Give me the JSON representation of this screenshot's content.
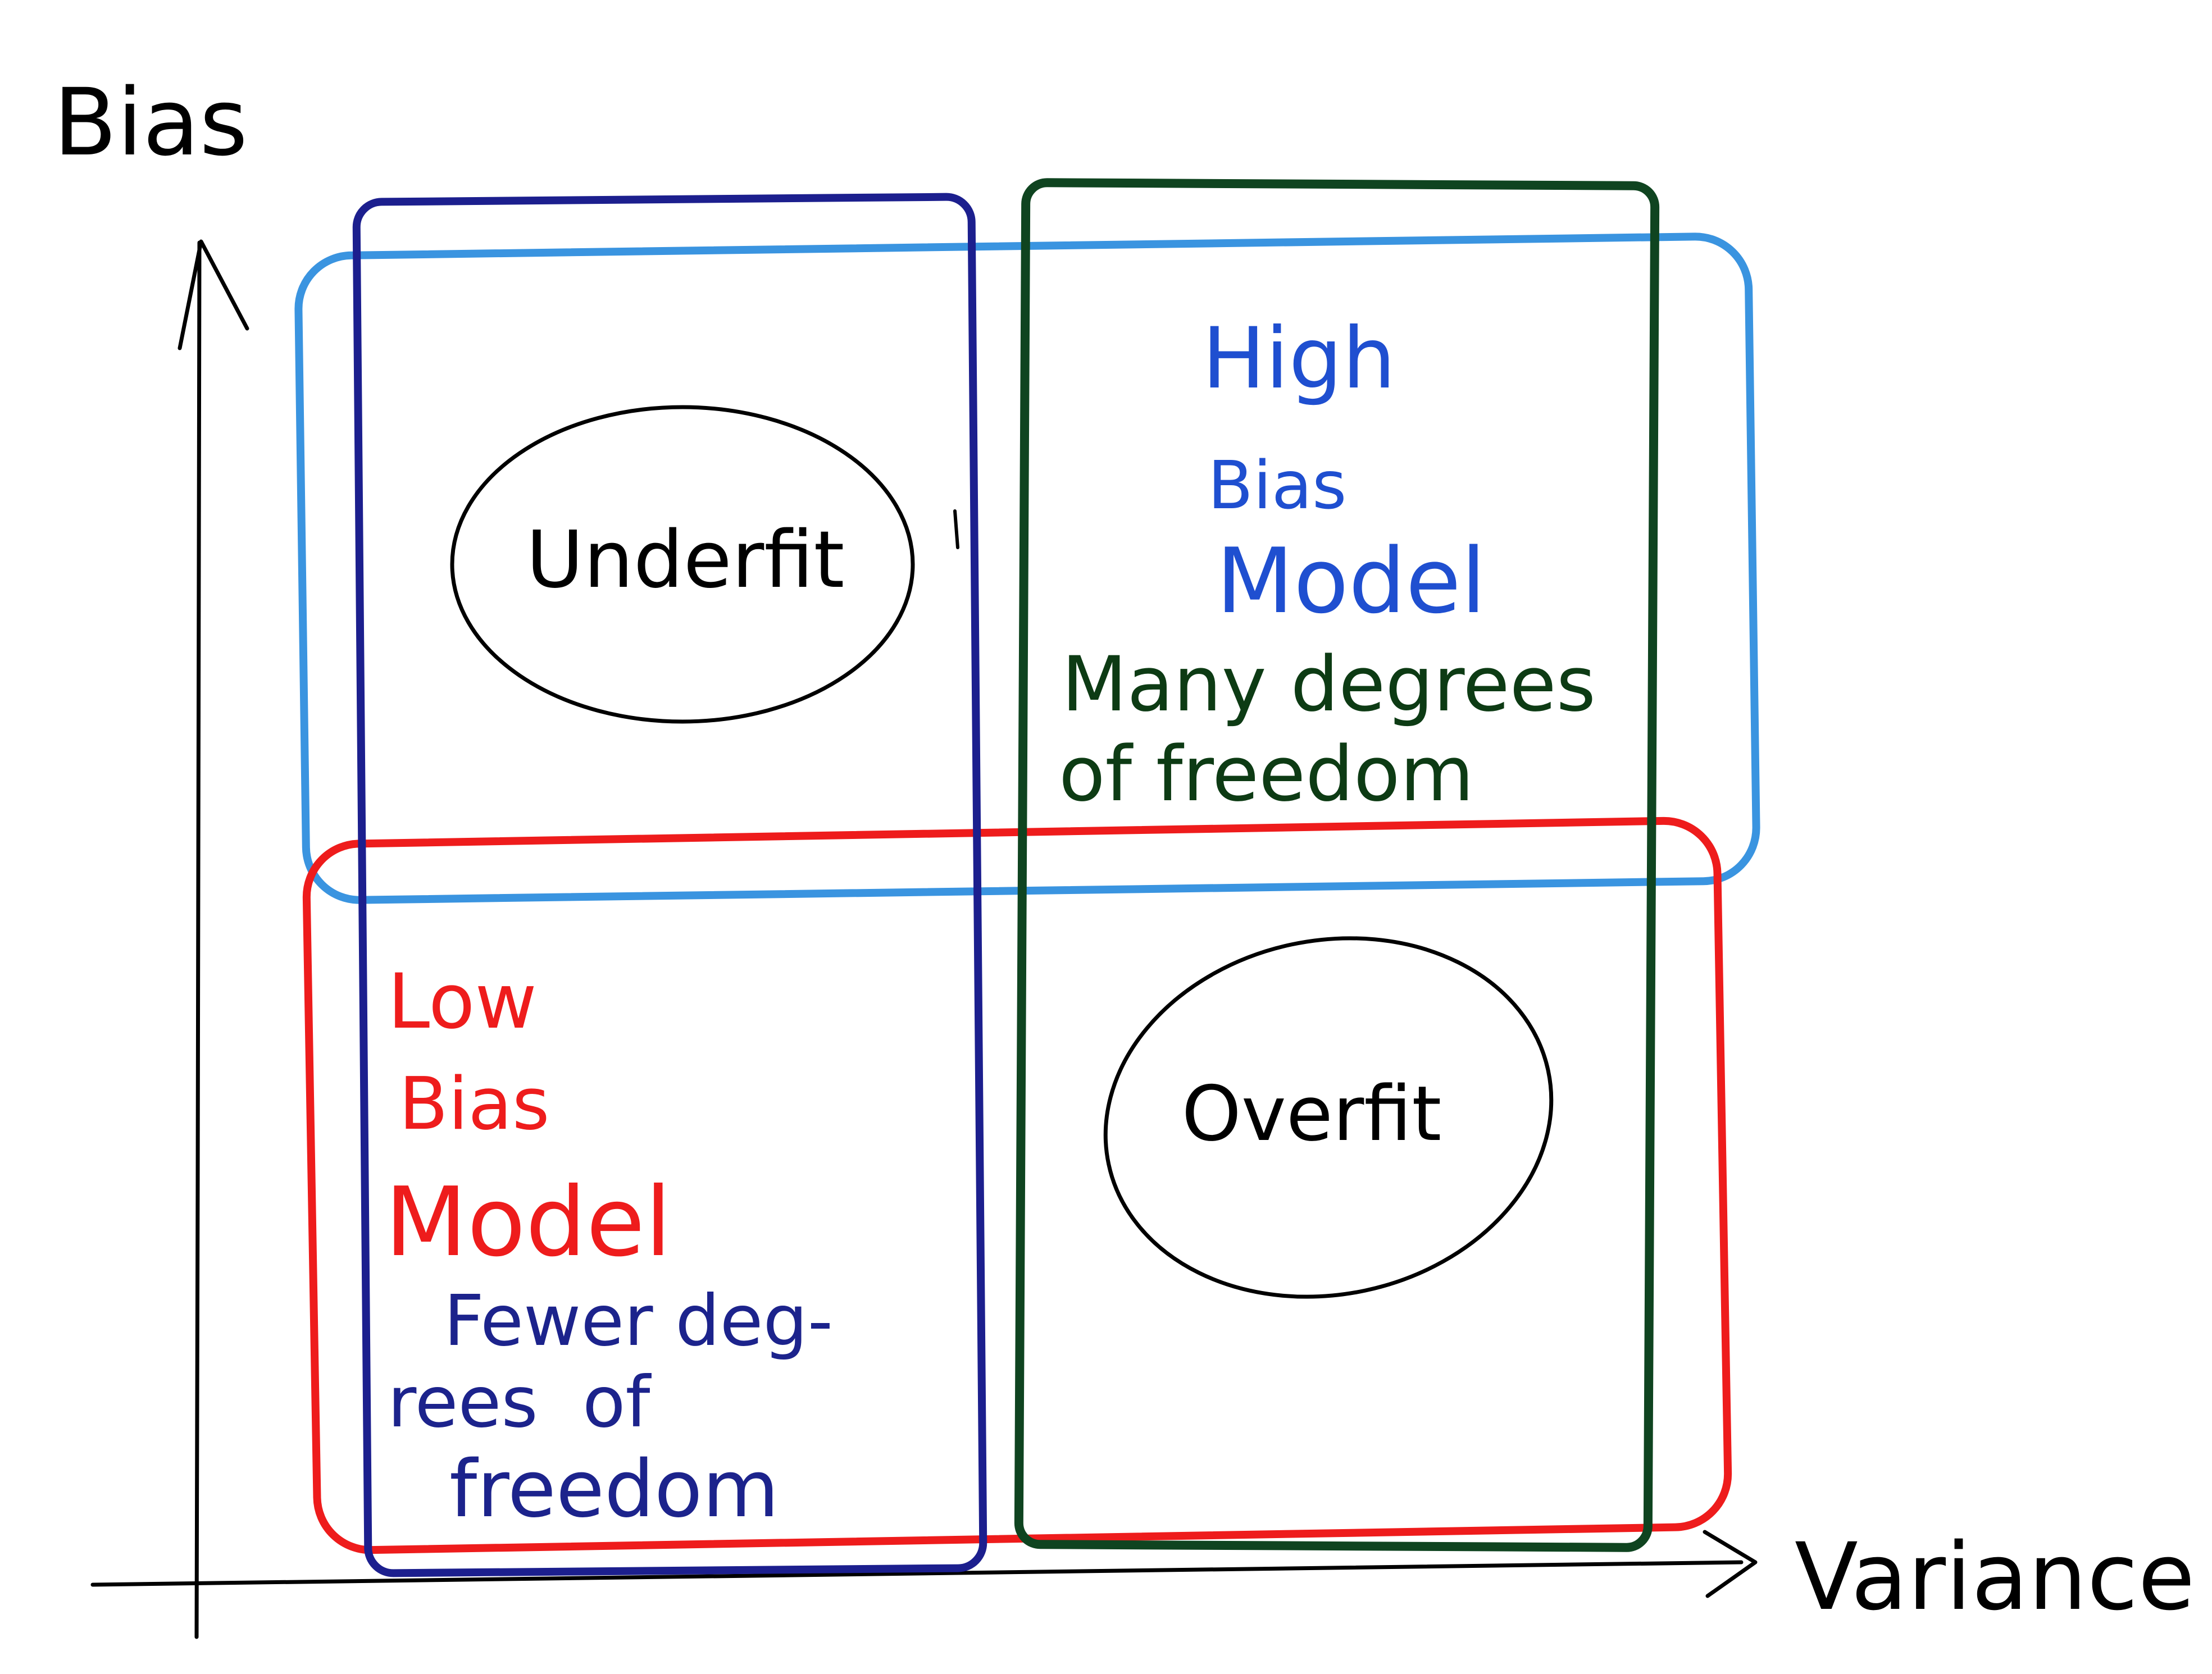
{
  "axes": {
    "y_label": "Bias",
    "x_label": "Variance"
  },
  "quadrants": {
    "top_left": {
      "label": "Underfit"
    },
    "bottom_right": {
      "label": "Overfit"
    }
  },
  "regions": {
    "high_bias": {
      "lines": [
        "High",
        "Bias",
        "Model"
      ],
      "color": "#1f4fd0"
    },
    "low_bias": {
      "lines": [
        "Low",
        "Bias",
        "Model"
      ],
      "color": "#ee1c1c"
    },
    "many_dof": {
      "lines": [
        "Many degrees",
        "of freedom"
      ],
      "color": "#0d3b14"
    },
    "fewer_dof": {
      "lines": [
        "Fewer deg-",
        "rees  of",
        "freedom"
      ],
      "color": "#1c238c"
    }
  },
  "colors": {
    "ink": "#000000",
    "light_blue_box": "#3a94e0",
    "navy_box": "#1c1f8e",
    "green_box": "#0f4420",
    "red_box": "#ee1c1c"
  }
}
